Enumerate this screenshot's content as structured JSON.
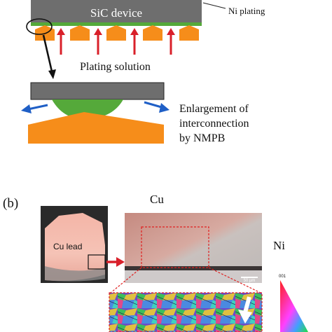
{
  "panel_a": {
    "device_label": "SiC device",
    "ni_label": "Ni plating",
    "solution_label": "Plating solution",
    "enlargement_lines": [
      "Enlargement of",
      "interconnection",
      "by NMPB"
    ]
  },
  "panel_b": {
    "panel_letter": "(b)",
    "cu_label": "Cu",
    "ni_label": "Ni",
    "cu_lead_label": "Cu lead",
    "scale_label": "50 µm",
    "ipf_corner_label": "001"
  },
  "colors": {
    "device": "#6e6e6e",
    "green": "#55a93a",
    "orange": "#f68d1a",
    "red_arrow": "#d9202a",
    "blue_arrow": "#1f5fc6",
    "dashed_red": "#e02020"
  }
}
